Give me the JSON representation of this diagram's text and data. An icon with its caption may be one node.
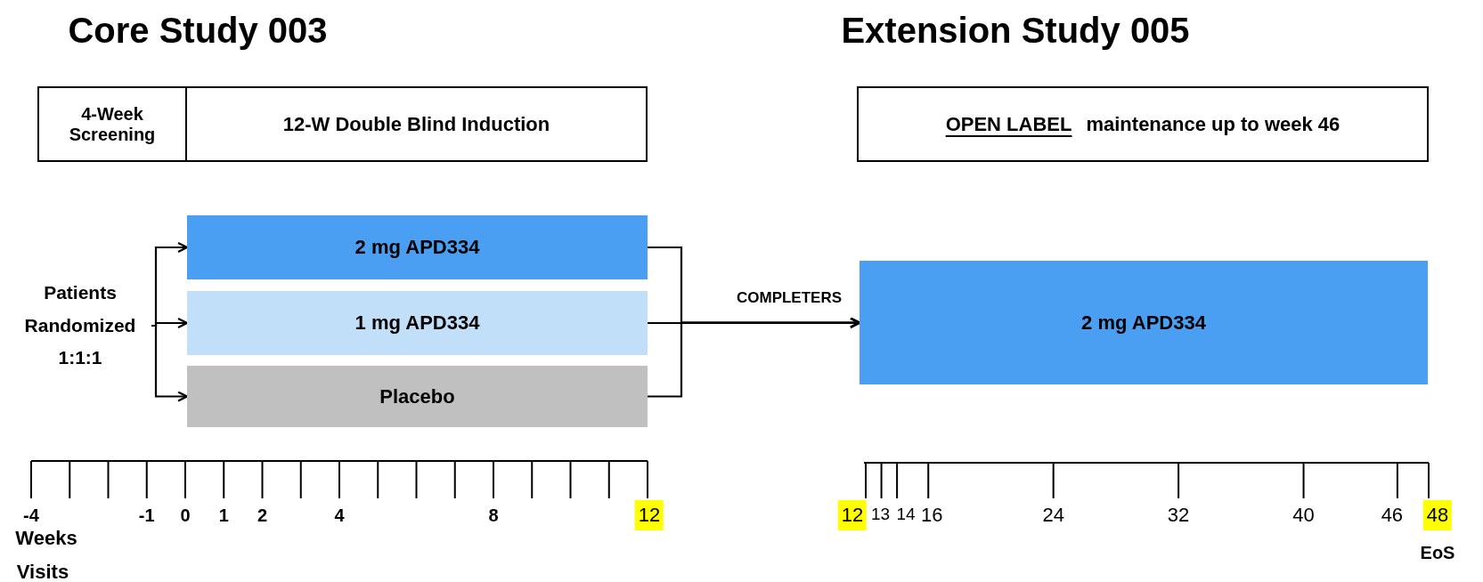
{
  "diagram": {
    "nodes": [
      {
        "text": [
          "4-Week Screening"
        ]
      },
      {
        "text": [
          "12-W Double Blind Induction"
        ]
      },
      {
        "text": [
          "OPEN LABEL",
          "maintenance up to week 46"
        ]
      },
      {
        "text": [
          "Patients Randomized 1:1:1"
        ]
      },
      {
        "text": [
          "2 mg APD334"
        ]
      },
      {
        "text": [
          "1 mg APD334"
        ]
      },
      {
        "text": [
          "Placebo"
        ]
      },
      {
        "text": [
          "2 mg APD334"
        ]
      }
    ],
    "edges": [
      {
        "from": 3,
        "to": 4,
        "arrow": "to"
      },
      {
        "from": 3,
        "to": 5,
        "arrow": "to"
      },
      {
        "from": 3,
        "to": 6,
        "arrow": "to"
      },
      {
        "from": 4,
        "to": 7,
        "arrow": "to"
      },
      {
        "from": 5,
        "to": 7,
        "arrow": "to",
        "label": "COMPLETERS"
      },
      {
        "from": 6,
        "to": 7,
        "arrow": "to"
      }
    ],
    "labels": [
      "Core Study 003",
      "Extension Study 005",
      "-4",
      "-1",
      "0",
      "1",
      "2",
      "4",
      "8",
      "12",
      "Weeks",
      "Visits",
      "12",
      "13",
      "14",
      "16",
      "24",
      "32",
      "40",
      "46",
      "48",
      "EoS"
    ]
  }
}
